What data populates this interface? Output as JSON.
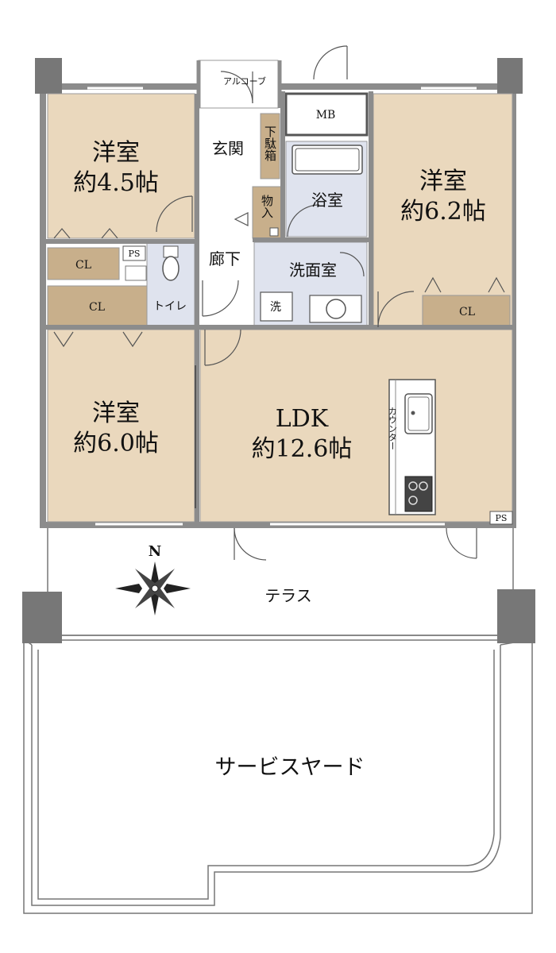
{
  "rooms": {
    "bedroom_nw": {
      "name": "洋室",
      "size": "約4.5帖"
    },
    "bedroom_ne": {
      "name": "洋室",
      "size": "約6.2帖"
    },
    "bedroom_sw": {
      "name": "洋室",
      "size": "約6.0帖"
    },
    "ldk": {
      "name": "LDK",
      "size": "約12.6帖"
    }
  },
  "labels": {
    "alcove": "アルコーブ",
    "mb": "MB",
    "genkan": "玄関",
    "shoe_box": "下駄箱",
    "storage": "物入",
    "bath": "浴室",
    "corridor": "廊下",
    "washroom": "洗面室",
    "washer": "洗",
    "toilet": "トイレ",
    "ps": "PS",
    "closet": "CL",
    "counter": "カウンター",
    "terrace": "テラス",
    "service_yard": "サービスヤード",
    "north": "N"
  },
  "colors": {
    "room_fill": "#ead8bd",
    "wet_fill": "#dfe3ee",
    "closet_fill": "#c8af8b",
    "wall": "#8c8c8c",
    "pillar": "#777777"
  }
}
